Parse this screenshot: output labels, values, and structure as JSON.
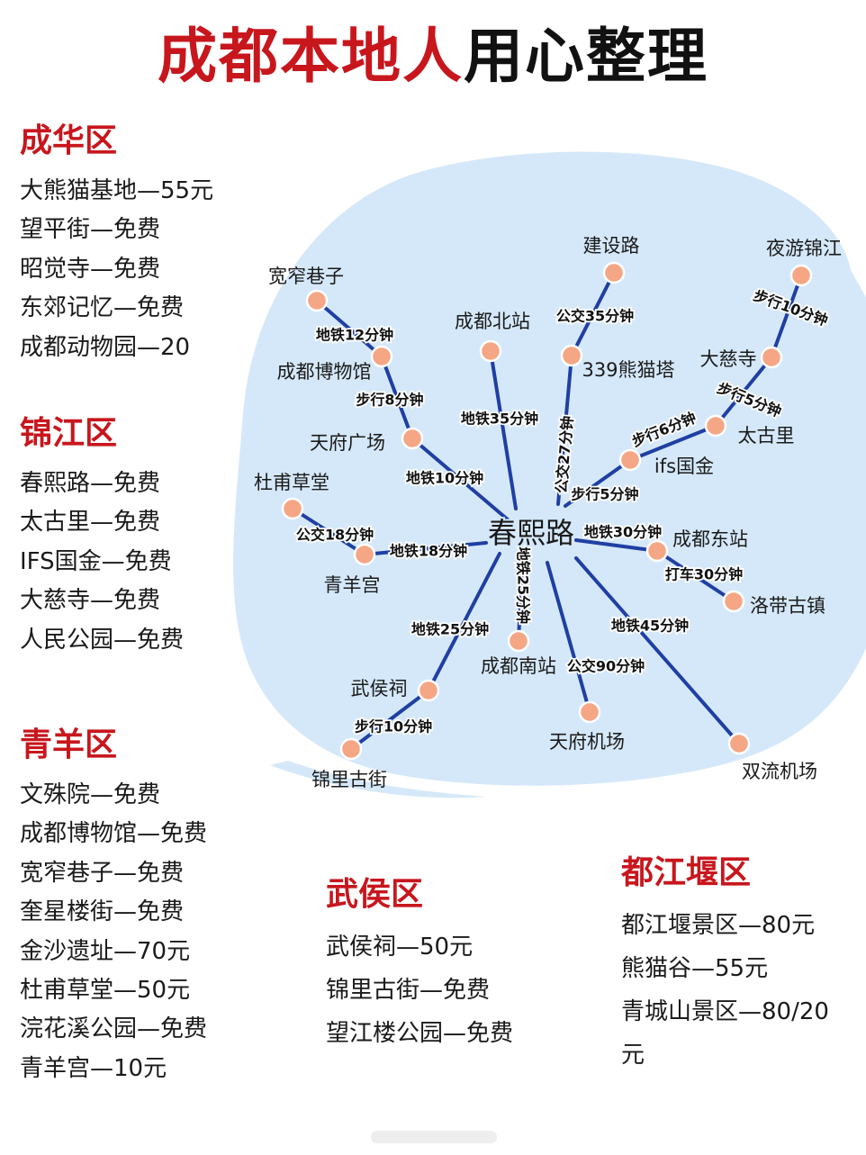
{
  "title": {
    "part_red": "成都本地人",
    "part_black": "用心整理"
  },
  "districts": [
    {
      "id": "chenghua",
      "name": "成华区",
      "items": [
        "大熊猫基地—55元",
        "望平街—免费",
        "昭觉寺—免费",
        "东郊记忆—免费",
        "成都动物园—20"
      ]
    },
    {
      "id": "jinjiang",
      "name": "锦江区",
      "items": [
        "春熙路—免费",
        "太古里—免费",
        "IFS国金—免费",
        "大慈寺—免费",
        "人民公园—免费"
      ]
    },
    {
      "id": "qingyang",
      "name": "青羊区",
      "items": [
        "文殊院—免费",
        "成都博物馆—免费",
        "宽窄巷子—免费",
        "奎星楼街—免费",
        "金沙遗址—70元",
        "杜甫草堂—50元",
        "浣花溪公园—免费",
        "青羊宫—10元"
      ]
    },
    {
      "id": "wuhou",
      "name": "武侯区",
      "items": [
        "武侯祠—50元",
        "锦里古街—免费",
        "望江楼公园—免费"
      ]
    },
    {
      "id": "dujiang",
      "name": "都江堰区",
      "items": [
        "都江堰景区—80元",
        "熊猫谷—55元",
        "青城山景区—80/20元"
      ]
    }
  ],
  "route_map": {
    "hub": "春熙路",
    "colors": {
      "line": "#1f3fa3",
      "node": "#f5a684",
      "node_stroke": "#ffffff",
      "blob": "#d5e8f9",
      "title_red": "#c8161d"
    },
    "nodes": [
      {
        "id": "kuanzhai",
        "label": "宽窄巷子"
      },
      {
        "id": "museum",
        "label": "成都博物馆"
      },
      {
        "id": "tianfu_sq",
        "label": "天府广场"
      },
      {
        "id": "north_st",
        "label": "成都北站"
      },
      {
        "id": "jianshe",
        "label": "建设路"
      },
      {
        "id": "panda339",
        "label": "339熊猫塔"
      },
      {
        "id": "night_jj",
        "label": "夜游锦江"
      },
      {
        "id": "daci",
        "label": "大慈寺"
      },
      {
        "id": "taikoo",
        "label": "太古里"
      },
      {
        "id": "ifs",
        "label": "ifs国金"
      },
      {
        "id": "dufu",
        "label": "杜甫草堂"
      },
      {
        "id": "qingyang_g",
        "label": "青羊宫"
      },
      {
        "id": "east_st",
        "label": "成都东站"
      },
      {
        "id": "luodai",
        "label": "洛带古镇"
      },
      {
        "id": "south_st",
        "label": "成都南站"
      },
      {
        "id": "tianfu_ap",
        "label": "天府机场"
      },
      {
        "id": "shuangliu",
        "label": "双流机场"
      },
      {
        "id": "wuhouci",
        "label": "武侯祠"
      },
      {
        "id": "jinli",
        "label": "锦里古街"
      }
    ],
    "edges": [
      {
        "from": "kuanzhai",
        "to": "museum",
        "label": "地铁12分钟"
      },
      {
        "from": "museum",
        "to": "tianfu_sq",
        "label": "步行8分钟"
      },
      {
        "from": "tianfu_sq",
        "to": "hub",
        "label": "地铁10分钟"
      },
      {
        "from": "north_st",
        "to": "hub",
        "label": "地铁35分钟"
      },
      {
        "from": "jianshe",
        "to": "panda339",
        "label": "公交35分钟"
      },
      {
        "from": "panda339",
        "to": "hub",
        "label": "公交27分钟"
      },
      {
        "from": "night_jj",
        "to": "daci",
        "label": "步行10分钟"
      },
      {
        "from": "daci",
        "to": "taikoo",
        "label": "步行5分钟"
      },
      {
        "from": "taikoo",
        "to": "ifs",
        "label": "步行6分钟"
      },
      {
        "from": "ifs",
        "to": "hub",
        "label": "步行5分钟"
      },
      {
        "from": "dufu",
        "to": "qingyang_g",
        "label": "公交18分钟"
      },
      {
        "from": "qingyang_g",
        "to": "hub",
        "label": "地铁18分钟"
      },
      {
        "from": "hub",
        "to": "east_st",
        "label": "地铁30分钟"
      },
      {
        "from": "east_st",
        "to": "luodai",
        "label": "打车30分钟"
      },
      {
        "from": "hub",
        "to": "south_st",
        "label": "地铁25分钟"
      },
      {
        "from": "hub",
        "to": "tianfu_ap",
        "label": "公交90分钟"
      },
      {
        "from": "hub",
        "to": "shuangliu",
        "label": "地铁45分钟"
      },
      {
        "from": "hub",
        "to": "wuhouci",
        "label": "地铁25分钟"
      },
      {
        "from": "wuhouci",
        "to": "jinli",
        "label": "步行10分钟"
      }
    ]
  }
}
